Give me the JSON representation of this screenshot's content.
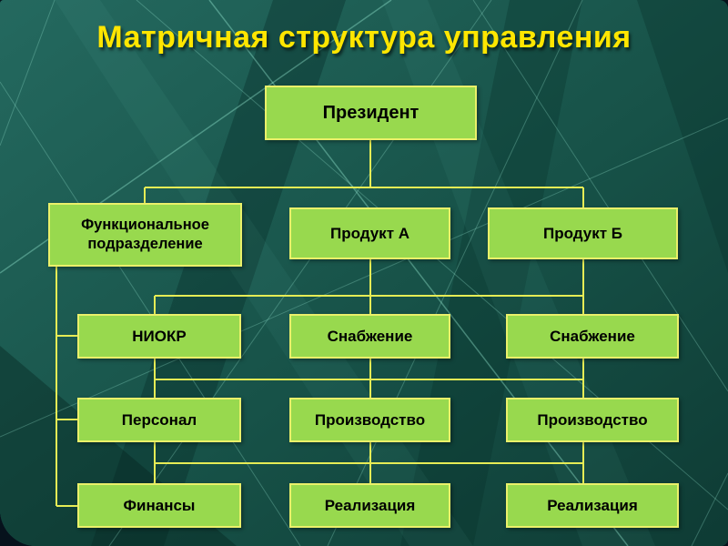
{
  "slide": {
    "title": "Матричная  структура управления",
    "colors": {
      "background_teal": "#17534b",
      "box_fill": "#98d94e",
      "box_border": "#eaf06a",
      "connector": "#e6ec55",
      "title": "#ffe600"
    }
  },
  "org": {
    "president": "Президент",
    "branches": [
      {
        "label": "Функциональное подразделение"
      },
      {
        "label": "Продукт А"
      },
      {
        "label": "Продукт Б"
      }
    ],
    "matrix_rows": [
      {
        "functional": "НИОКР",
        "product_a": "Снабжение",
        "product_b": "Снабжение"
      },
      {
        "functional": "Персонал",
        "product_a": "Производство",
        "product_b": "Производство"
      },
      {
        "functional": "Финансы",
        "product_a": "Реализация",
        "product_b": "Реализация"
      }
    ]
  }
}
